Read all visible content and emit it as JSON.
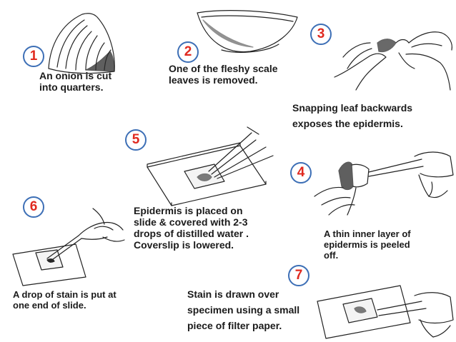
{
  "steps": [
    {
      "number": "1",
      "caption": "An onion is cut\ninto quarters."
    },
    {
      "number": "2",
      "caption": "One of the fleshy scale\nleaves is removed."
    },
    {
      "number": "3",
      "caption": "Snapping leaf backwards\nexposes the epidermis."
    },
    {
      "number": "4",
      "caption": "A thin inner layer of\nepidermis is peeled\noff."
    },
    {
      "number": "5",
      "caption": "Epidermis is placed on\nslide & covered with 2-3\ndrops of distilled water .\nCoverslip is lowered."
    },
    {
      "number": "6",
      "caption": "A drop of stain is put at\none end of slide."
    },
    {
      "number": "7",
      "caption": "Stain is drawn over\nspecimen using a small\npiece of filter paper."
    }
  ],
  "colors": {
    "badge_border": "#3d6fb6",
    "badge_number": "#e0291f",
    "text": "#1b1b1b"
  }
}
